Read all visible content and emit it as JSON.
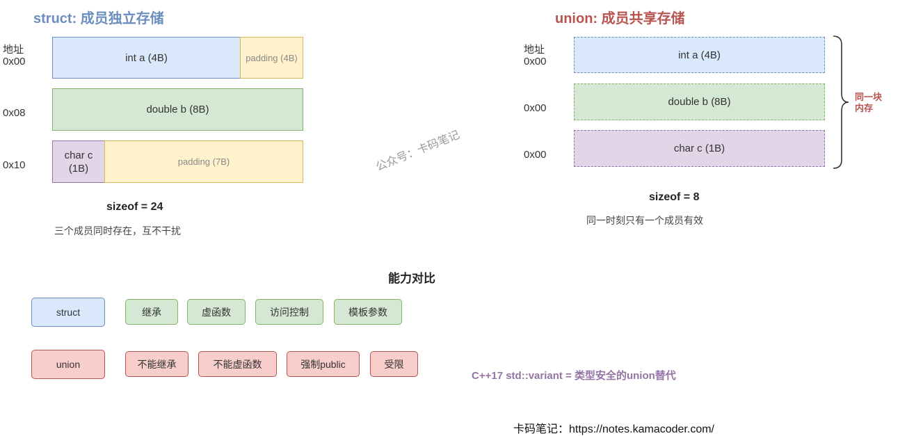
{
  "struct_section": {
    "title": "struct: 成员独立存储",
    "title_color": "#6c8ebf",
    "address_label": "地址",
    "addresses": [
      "0x00",
      "0x08",
      "0x10"
    ],
    "rows": [
      [
        {
          "label": "int a (4B)",
          "kind": "member"
        },
        {
          "label": "padding (4B)",
          "kind": "padding"
        }
      ],
      [
        {
          "label": "double b (8B)",
          "kind": "member"
        }
      ],
      [
        {
          "label": "char c\n(1B)",
          "kind": "member"
        },
        {
          "label": "padding (7B)",
          "kind": "padding"
        }
      ]
    ],
    "sizeof": "sizeof = 24",
    "description": "三个成员同时存在，互不干扰"
  },
  "union_section": {
    "title": "union: 成员共享存储",
    "title_color": "#b85450",
    "address_label": "地址",
    "addresses": [
      "0x00",
      "0x00",
      "0x00"
    ],
    "members": [
      "int a (4B)",
      "double b (8B)",
      "char c (1B)"
    ],
    "brace_label_line1": "同一块",
    "brace_label_line2": "内存",
    "sizeof": "sizeof = 8",
    "description": "同一时刻只有一个成员有效"
  },
  "watermark": "公众号：卡码笔记",
  "comparison": {
    "title": "能力对比",
    "struct_label": "struct",
    "struct_features": [
      "继承",
      "虚函数",
      "访问控制",
      "模板参数"
    ],
    "union_label": "union",
    "union_limits": [
      "不能继承",
      "不能虚函数",
      "强制public",
      "受限"
    ]
  },
  "variant_note": "C++17 std::variant = 类型安全的union替代",
  "variant_note_color": "#9673a6",
  "footer": "卡码笔记：https://notes.kamacoder.com/"
}
